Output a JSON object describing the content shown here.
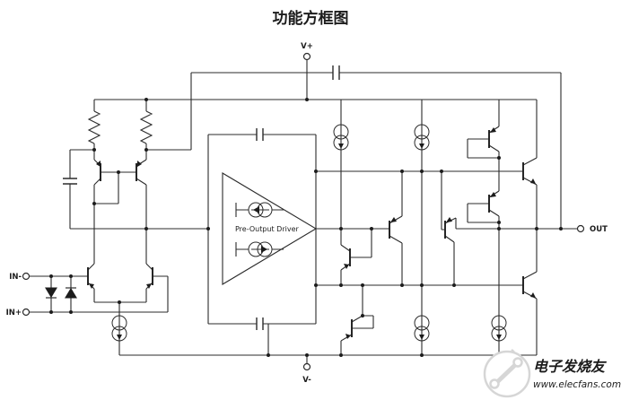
{
  "title": "功能方框图",
  "labels": {
    "v_plus": "V+",
    "v_minus": "V-",
    "in_minus": "IN-",
    "in_plus": "IN+",
    "out": "OUT",
    "driver": "Pre-Output Driver"
  },
  "watermark": {
    "site_name": "电子发烧友",
    "site_url": "www.elecfans.com",
    "text_color": "#c23b3b",
    "url_color": "#d98a8a",
    "logo": "plug-icon"
  },
  "colors": {
    "background": "#ffffff",
    "wire": "#2b2b2b",
    "logo_gray": "#d6d6d6"
  },
  "components": {
    "input_protection_diodes": 2,
    "load_resistors": 2,
    "capacitors": 4,
    "current_sources": 7,
    "transistors": 12
  }
}
